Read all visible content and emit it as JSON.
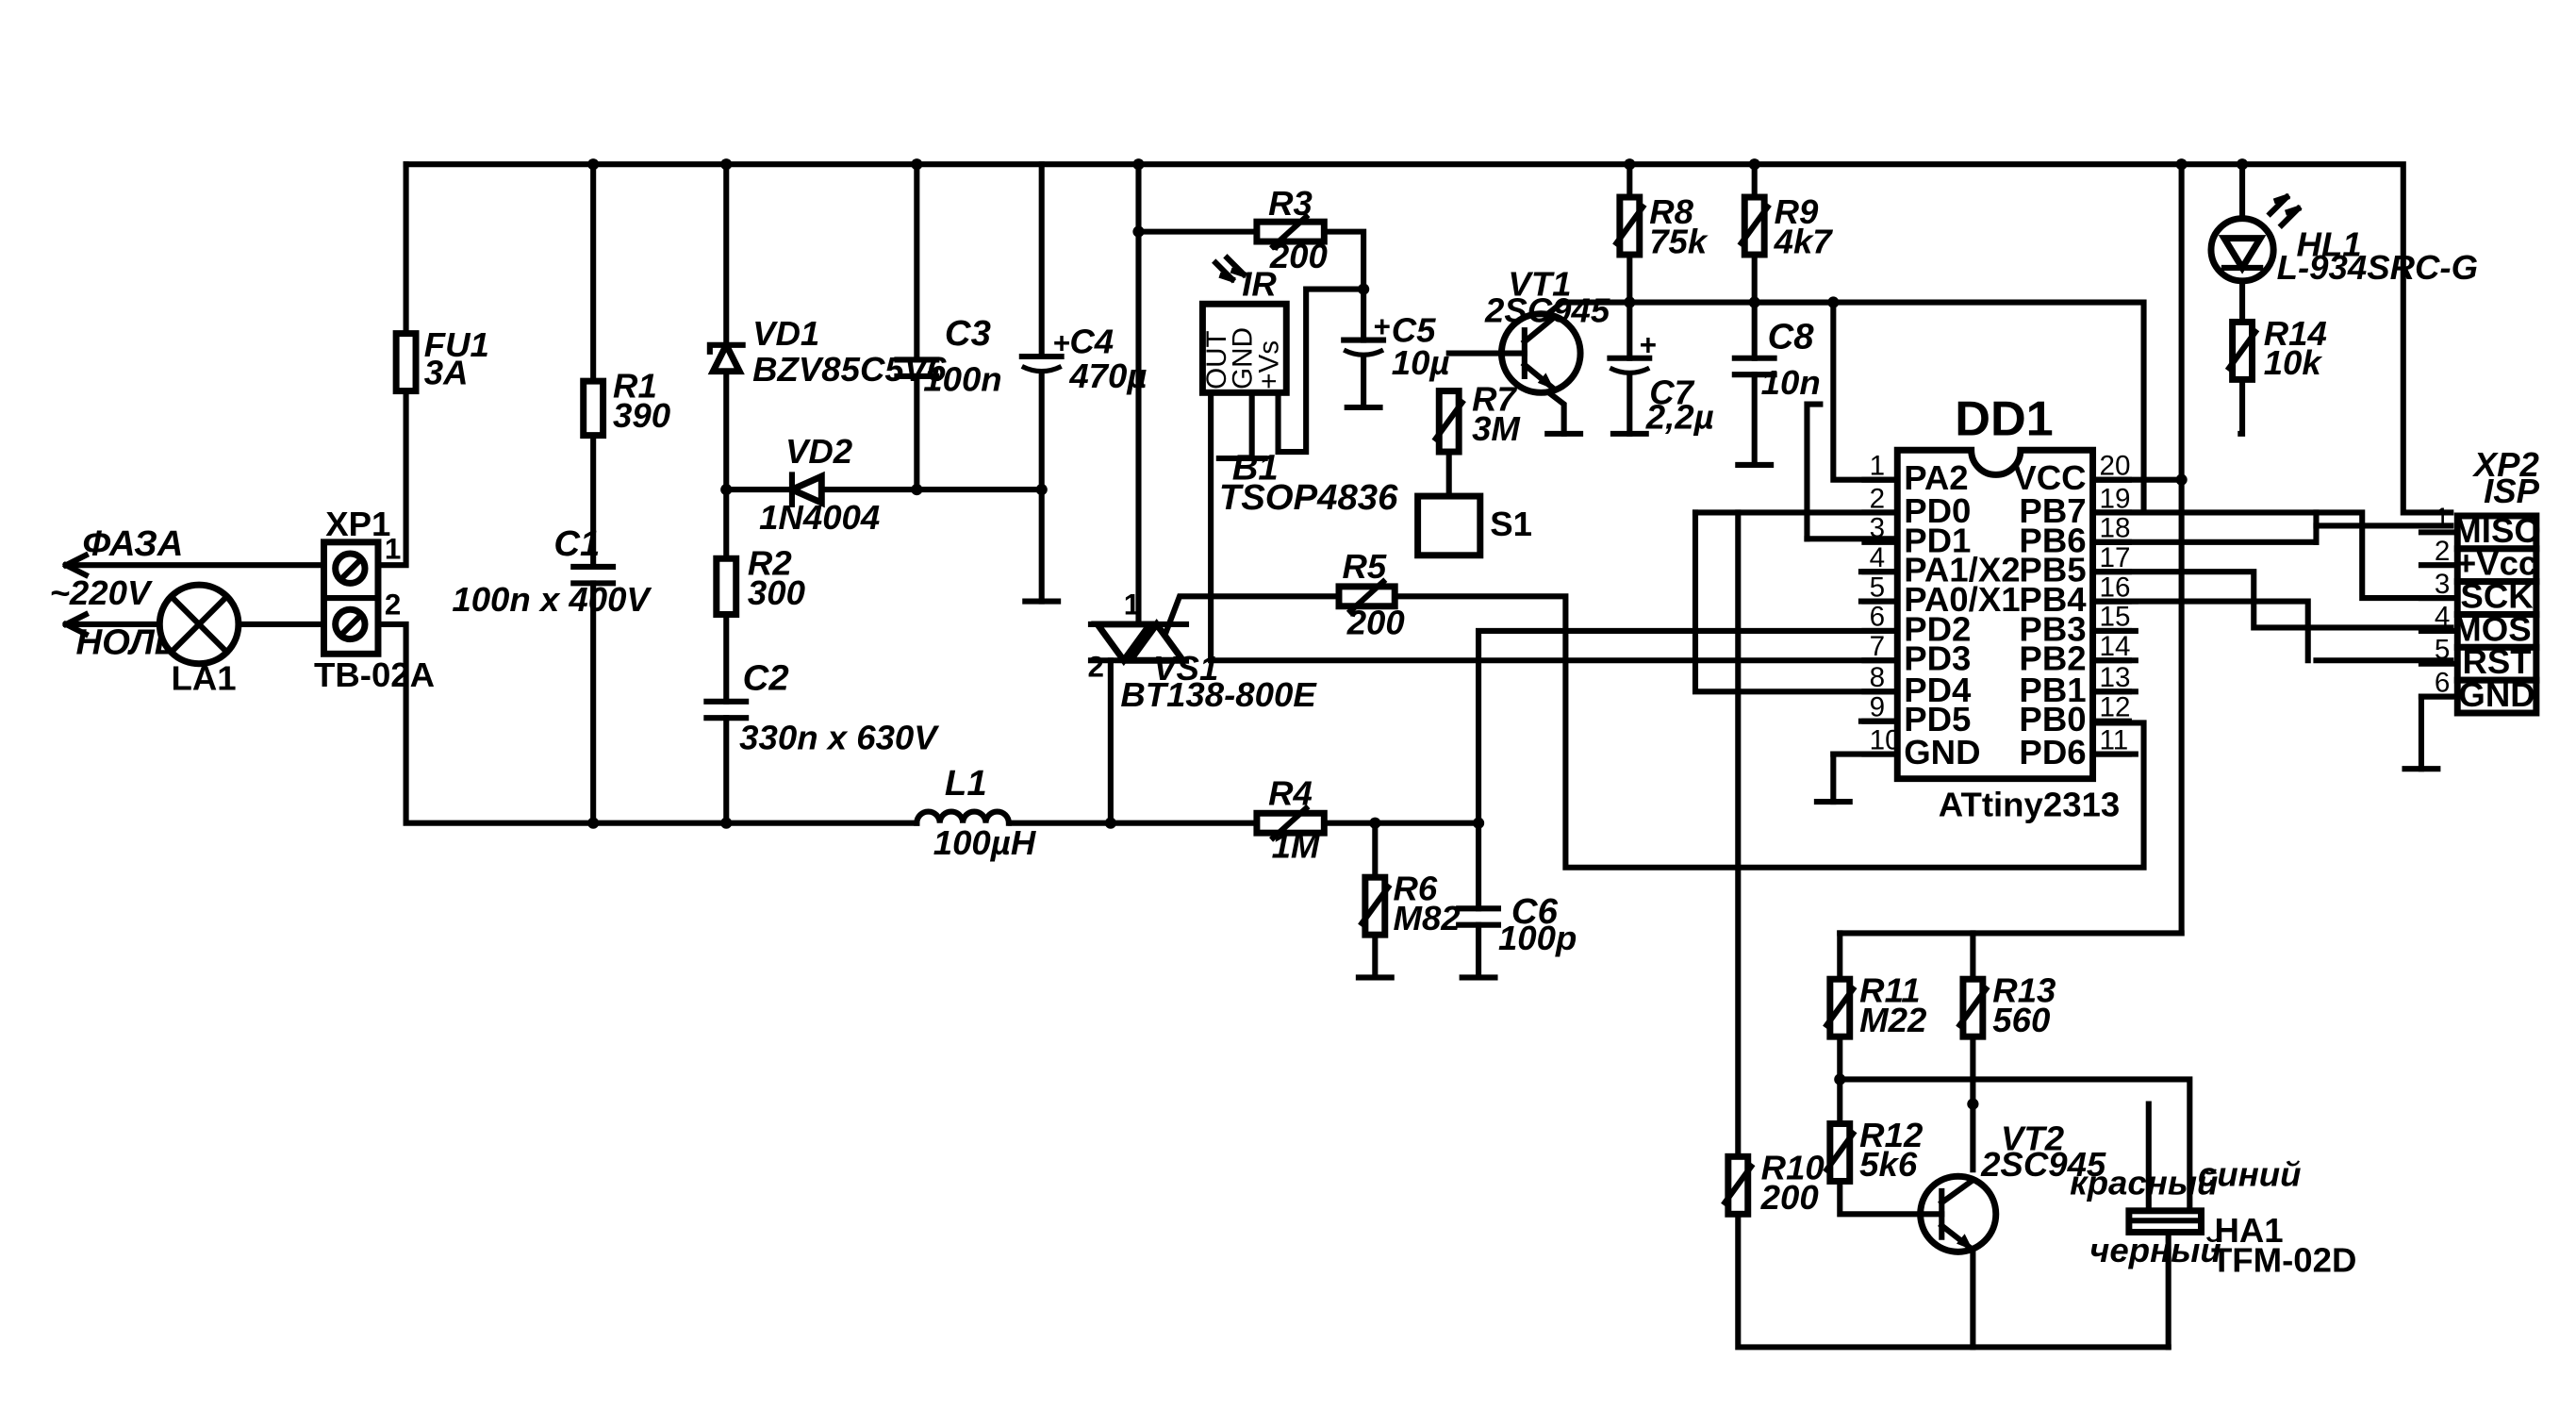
{
  "power": {
    "phase": "ФАЗА",
    "voltage": "~220V",
    "neutral": "НОЛЬ"
  },
  "la1": {
    "ref": "LA1"
  },
  "xp1": {
    "ref": "XP1",
    "type": "TB-02A",
    "pin1": "1",
    "pin2": "2"
  },
  "fu1": {
    "ref": "FU1",
    "value": "3A"
  },
  "r1": {
    "ref": "R1",
    "value": "390"
  },
  "c1": {
    "ref": "C1",
    "value": "100n x 400V"
  },
  "vd1": {
    "ref": "VD1",
    "value": "BZV85C5V6"
  },
  "vd2": {
    "ref": "VD2",
    "value": "1N4004"
  },
  "r2": {
    "ref": "R2",
    "value": "300"
  },
  "c2": {
    "ref": "C2",
    "value": "330n x 630V"
  },
  "c3": {
    "ref": "C3",
    "value": "100n"
  },
  "c4": {
    "ref": "C4",
    "value": "470µ"
  },
  "l1": {
    "ref": "L1",
    "value": "100µH"
  },
  "vs1": {
    "ref": "VS1",
    "value": "BT138-800E",
    "pin1": "1",
    "pin2": "2"
  },
  "r3": {
    "ref": "R3",
    "value": "200"
  },
  "b1": {
    "ref": "B1",
    "value": "TSOP4836",
    "ir": "IR",
    "out": "OUT",
    "gnd": "GND",
    "vs": "+Vs"
  },
  "c5": {
    "ref": "C5",
    "value": "10µ"
  },
  "vt1": {
    "ref": "VT1",
    "value": "2SC945"
  },
  "r7": {
    "ref": "R7",
    "value": "3M"
  },
  "s1": {
    "ref": "S1"
  },
  "r8": {
    "ref": "R8",
    "value": "75k"
  },
  "c7": {
    "ref": "C7",
    "value": "2,2µ"
  },
  "r9": {
    "ref": "R9",
    "value": "4k7"
  },
  "c8": {
    "ref": "C8",
    "value": "10n"
  },
  "hl1": {
    "ref": "HL1",
    "value": "L-934SRC-G"
  },
  "r14": {
    "ref": "R14",
    "value": "10k"
  },
  "r5": {
    "ref": "R5",
    "value": "200"
  },
  "r4": {
    "ref": "R4",
    "value": "1M"
  },
  "r6": {
    "ref": "R6",
    "value": "M82"
  },
  "c6": {
    "ref": "C6",
    "value": "100p"
  },
  "dd1": {
    "ref": "DD1",
    "part": "ATtiny2313",
    "left_pins": [
      {
        "num": "1",
        "name": "PA2"
      },
      {
        "num": "2",
        "name": "PD0"
      },
      {
        "num": "3",
        "name": "PD1"
      },
      {
        "num": "4",
        "name": "PA1/X2"
      },
      {
        "num": "5",
        "name": "PA0/X1"
      },
      {
        "num": "6",
        "name": "PD2"
      },
      {
        "num": "7",
        "name": "PD3"
      },
      {
        "num": "8",
        "name": "PD4"
      },
      {
        "num": "9",
        "name": "PD5"
      },
      {
        "num": "10",
        "name": "GND"
      }
    ],
    "right_pins": [
      {
        "num": "20",
        "name": "VCC"
      },
      {
        "num": "19",
        "name": "PB7"
      },
      {
        "num": "18",
        "name": "PB6"
      },
      {
        "num": "17",
        "name": "PB5"
      },
      {
        "num": "16",
        "name": "PB4"
      },
      {
        "num": "15",
        "name": "PB3"
      },
      {
        "num": "14",
        "name": "PB2"
      },
      {
        "num": "13",
        "name": "PB1"
      },
      {
        "num": "12",
        "name": "PB0"
      },
      {
        "num": "11",
        "name": "PD6"
      }
    ]
  },
  "xp2": {
    "ref": "XP2",
    "type": "ISP",
    "pins": [
      {
        "num": "1",
        "name": "MISO"
      },
      {
        "num": "2",
        "name": "+Vcc"
      },
      {
        "num": "3",
        "name": "SCK"
      },
      {
        "num": "4",
        "name": "MOSI"
      },
      {
        "num": "5",
        "name": "RST"
      },
      {
        "num": "6",
        "name": "GND"
      }
    ]
  },
  "r11": {
    "ref": "R11",
    "value": "M22"
  },
  "r13": {
    "ref": "R13",
    "value": "560"
  },
  "r12": {
    "ref": "R12",
    "value": "5k6"
  },
  "r10": {
    "ref": "R10",
    "value": "200"
  },
  "vt2": {
    "ref": "VT2",
    "value": "2SC945"
  },
  "ha1": {
    "ref": "HA1",
    "value": "TFM-02D",
    "wire_red": "красный",
    "wire_blue": "синий",
    "wire_black": "черный"
  }
}
